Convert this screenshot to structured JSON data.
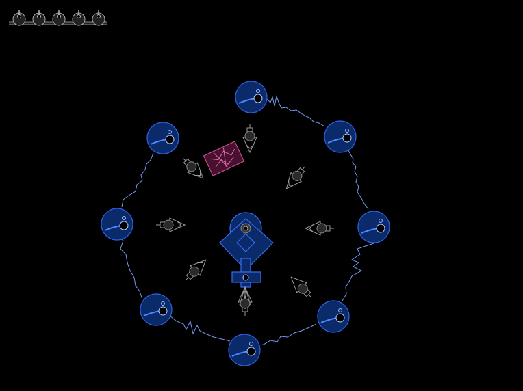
{
  "hud": {
    "lives": 5,
    "life_icon": "ship-reserve-icon"
  },
  "arena": {
    "node_count": 8,
    "node_icon": "orb-node-icon",
    "enemy_icon": "enemy-ship-icon",
    "enemy_count": 8,
    "pickup_icon": "cargo-crate-icon",
    "hub_icon": "home-base-icon",
    "colors": {
      "background": "#000000",
      "node_fill": "#0a2a6a",
      "node_stroke": "#2e63e8",
      "wire": "#7da2ff",
      "enemy": "#9a9a9a",
      "pickup": "#c0508a"
    }
  }
}
